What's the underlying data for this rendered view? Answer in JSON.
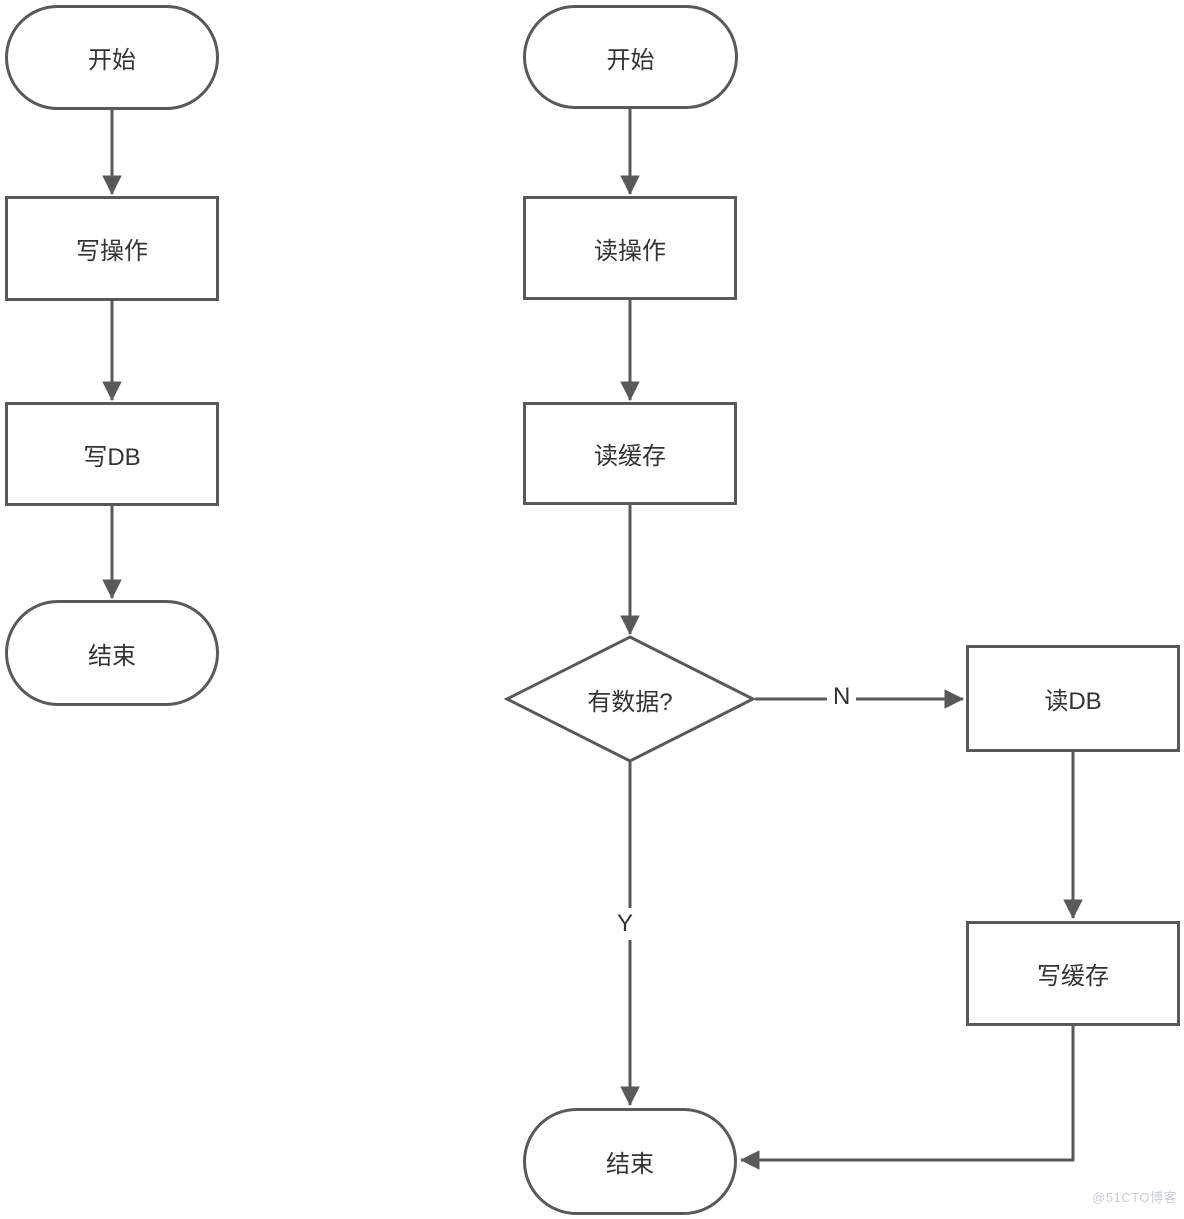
{
  "colors": {
    "background": "#ffffff",
    "stroke": "#595959",
    "text": "#333333",
    "watermark_text": "#c9cdd3"
  },
  "left_flow": {
    "start_label": "开始",
    "write_op_label": "写操作",
    "write_db_label": "写DB",
    "end_label": "结束"
  },
  "right_flow": {
    "start_label": "开始",
    "read_op_label": "读操作",
    "read_cache_label": "读缓存",
    "decision_label": "有数据?",
    "no_branch_label": "N",
    "yes_branch_label": "Y",
    "read_db_label": "读DB",
    "write_cache_label": "写缓存",
    "end_label": "结束"
  },
  "watermark": "@51CTO博客"
}
